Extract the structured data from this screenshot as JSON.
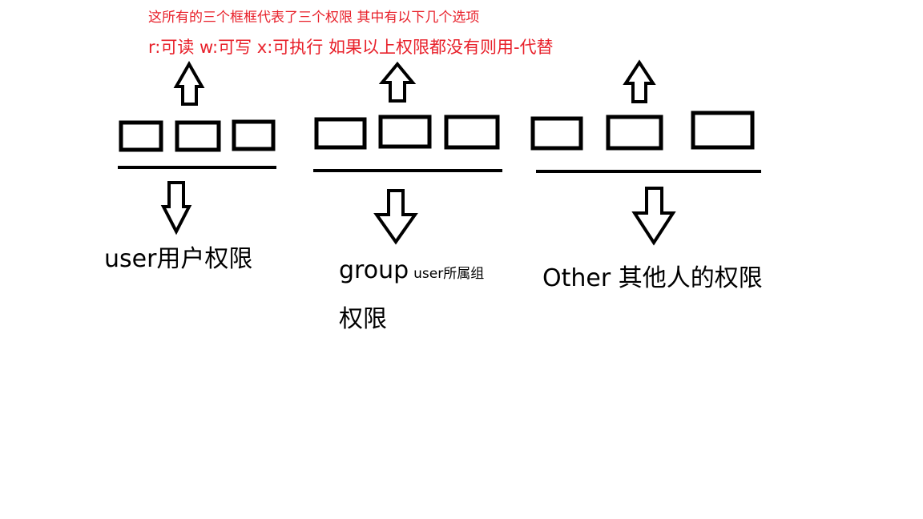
{
  "notes": {
    "line1": "这所有的三个框框代表了三个权限 其中有以下几个选项",
    "line2": "r:可读 w:可写 x:可执行 如果以上权限都没有则用-代替",
    "color": "#e8202a"
  },
  "groups": {
    "user": {
      "label": "user用户权限"
    },
    "group": {
      "label_main": "group",
      "label_small": "user所属组",
      "label_line2": "权限"
    },
    "other": {
      "label": "Other 其他人的权限"
    }
  },
  "icons": {
    "up_arrow": "up-arrow-icon",
    "down_arrow": "down-arrow-icon",
    "permission_box": "permission-box"
  }
}
